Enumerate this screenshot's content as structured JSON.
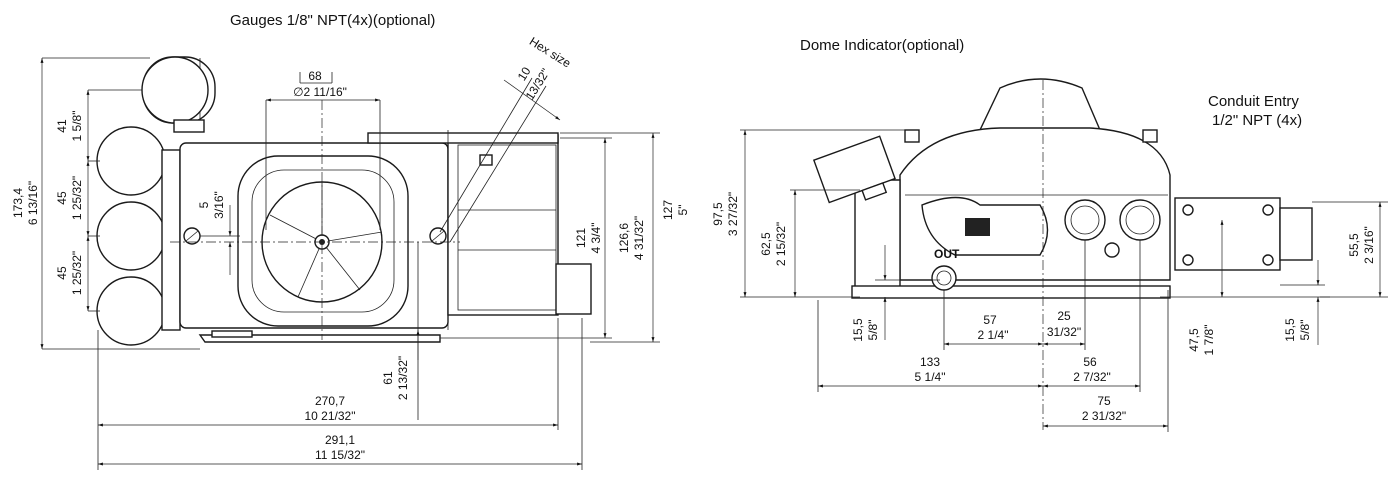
{
  "labels": {
    "gauges": "Gauges 1/8\" NPT(4x)(optional)",
    "dome": "Dome Indicator(optional)",
    "conduit_1": "Conduit Entry",
    "conduit_2": "1/2\" NPT (4x)",
    "hex_size": "Hex size",
    "out": "OUT"
  },
  "dims": {
    "d68_mm": "68",
    "d68_in": "∅2 11/16\"",
    "d10_mm": "10",
    "d10_in": "13/32\"",
    "d41_mm": "41",
    "d41_in": "1 5/8\"",
    "d173_mm": "173,4",
    "d173_in": "6 13/16\"",
    "d45a_mm": "45",
    "d45a_in": "1 25/32\"",
    "d45b_mm": "45",
    "d45b_in": "1 25/32\"",
    "d5_mm": "5",
    "d5_in": "3/16\"",
    "d121_mm": "121",
    "d121_in": "4 3/4\"",
    "d126_mm": "126,6",
    "d126_in": "4 31/32\"",
    "d127_mm": "127",
    "d127_in": "5\"",
    "d61_mm": "61",
    "d61_in": "2 13/32\"",
    "d270_mm": "270,7",
    "d270_in": "10 21/32\"",
    "d291_mm": "291,1",
    "d291_in": "11 15/32\"",
    "d97_mm": "97,5",
    "d97_in": "3 27/32\"",
    "d62_mm": "62,5",
    "d62_in": "2 15/32\"",
    "d155a_mm": "15,5",
    "d155a_in": "5/8\"",
    "d57_mm": "57",
    "d57_in": "2 1/4\"",
    "d25_mm": "25",
    "d25_in": "31/32\"",
    "d133_mm": "133",
    "d133_in": "5 1/4\"",
    "d56_mm": "56",
    "d56_in": "2 7/32\"",
    "d75_mm": "75",
    "d75_in": "2 31/32\"",
    "d47_mm": "47,5",
    "d47_in": "1 7/8\"",
    "d155b_mm": "15,5",
    "d155b_in": "5/8\"",
    "d55_mm": "55,5",
    "d55_in": "2 3/16\""
  }
}
